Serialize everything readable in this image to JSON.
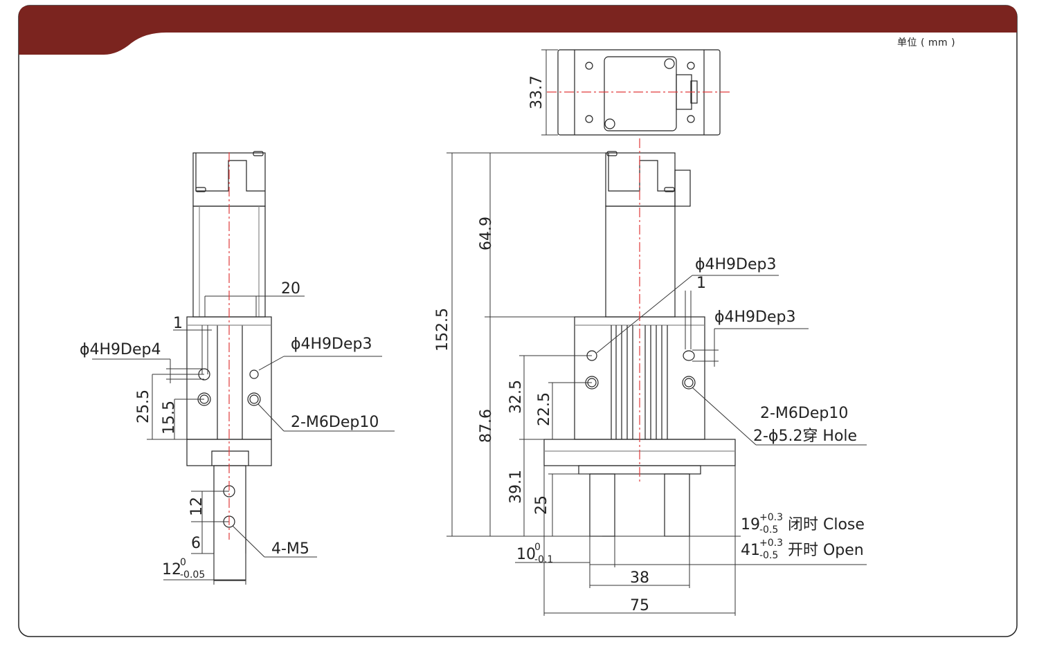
{
  "unit_label": "单位 ( mm )",
  "colors": {
    "band": "#7b241f",
    "outline": "#222222",
    "centerline": "#e0393a",
    "dim": "#333333"
  },
  "side_view": {
    "dim_20": "20",
    "dim_1": "1",
    "hole_a": "ϕ4H9Dep4",
    "hole_b": "ϕ4H9Dep3",
    "dim_25_5": "25.5",
    "dim_15_5": "15.5",
    "thread": "2-M6Dep10",
    "dim_12": "12",
    "dim_6": "6",
    "jaw_thread": "4-M5",
    "dim_12_base": "12",
    "dim_12_sup": "0",
    "dim_12_sub": "-0.05"
  },
  "top_view": {
    "dim_33_7": "33.7"
  },
  "front_view": {
    "dim_152_5": "152.5",
    "dim_64_9": "64.9",
    "dim_87_6": "87.6",
    "hole_a": "ϕ4H9Dep3",
    "dim_1": "1",
    "hole_b": "ϕ4H9Dep3",
    "dim_32_5": "32.5",
    "dim_22_5": "22.5",
    "thread": "2-M6Dep10",
    "through_hole": "2-ϕ5.2穿 Hole",
    "dim_39_1": "39.1",
    "dim_25": "25",
    "close_base": "19",
    "close_sup": "+0.3",
    "close_sub": "-0.5",
    "close_label": "闭时 Close",
    "open_base": "41",
    "open_sup": "+0.3",
    "open_sub": "-0.5",
    "open_label": "开时 Open",
    "dim_10_base": "10",
    "dim_10_sup": "0",
    "dim_10_sub": "-0.1",
    "dim_38": "38",
    "dim_75": "75"
  }
}
